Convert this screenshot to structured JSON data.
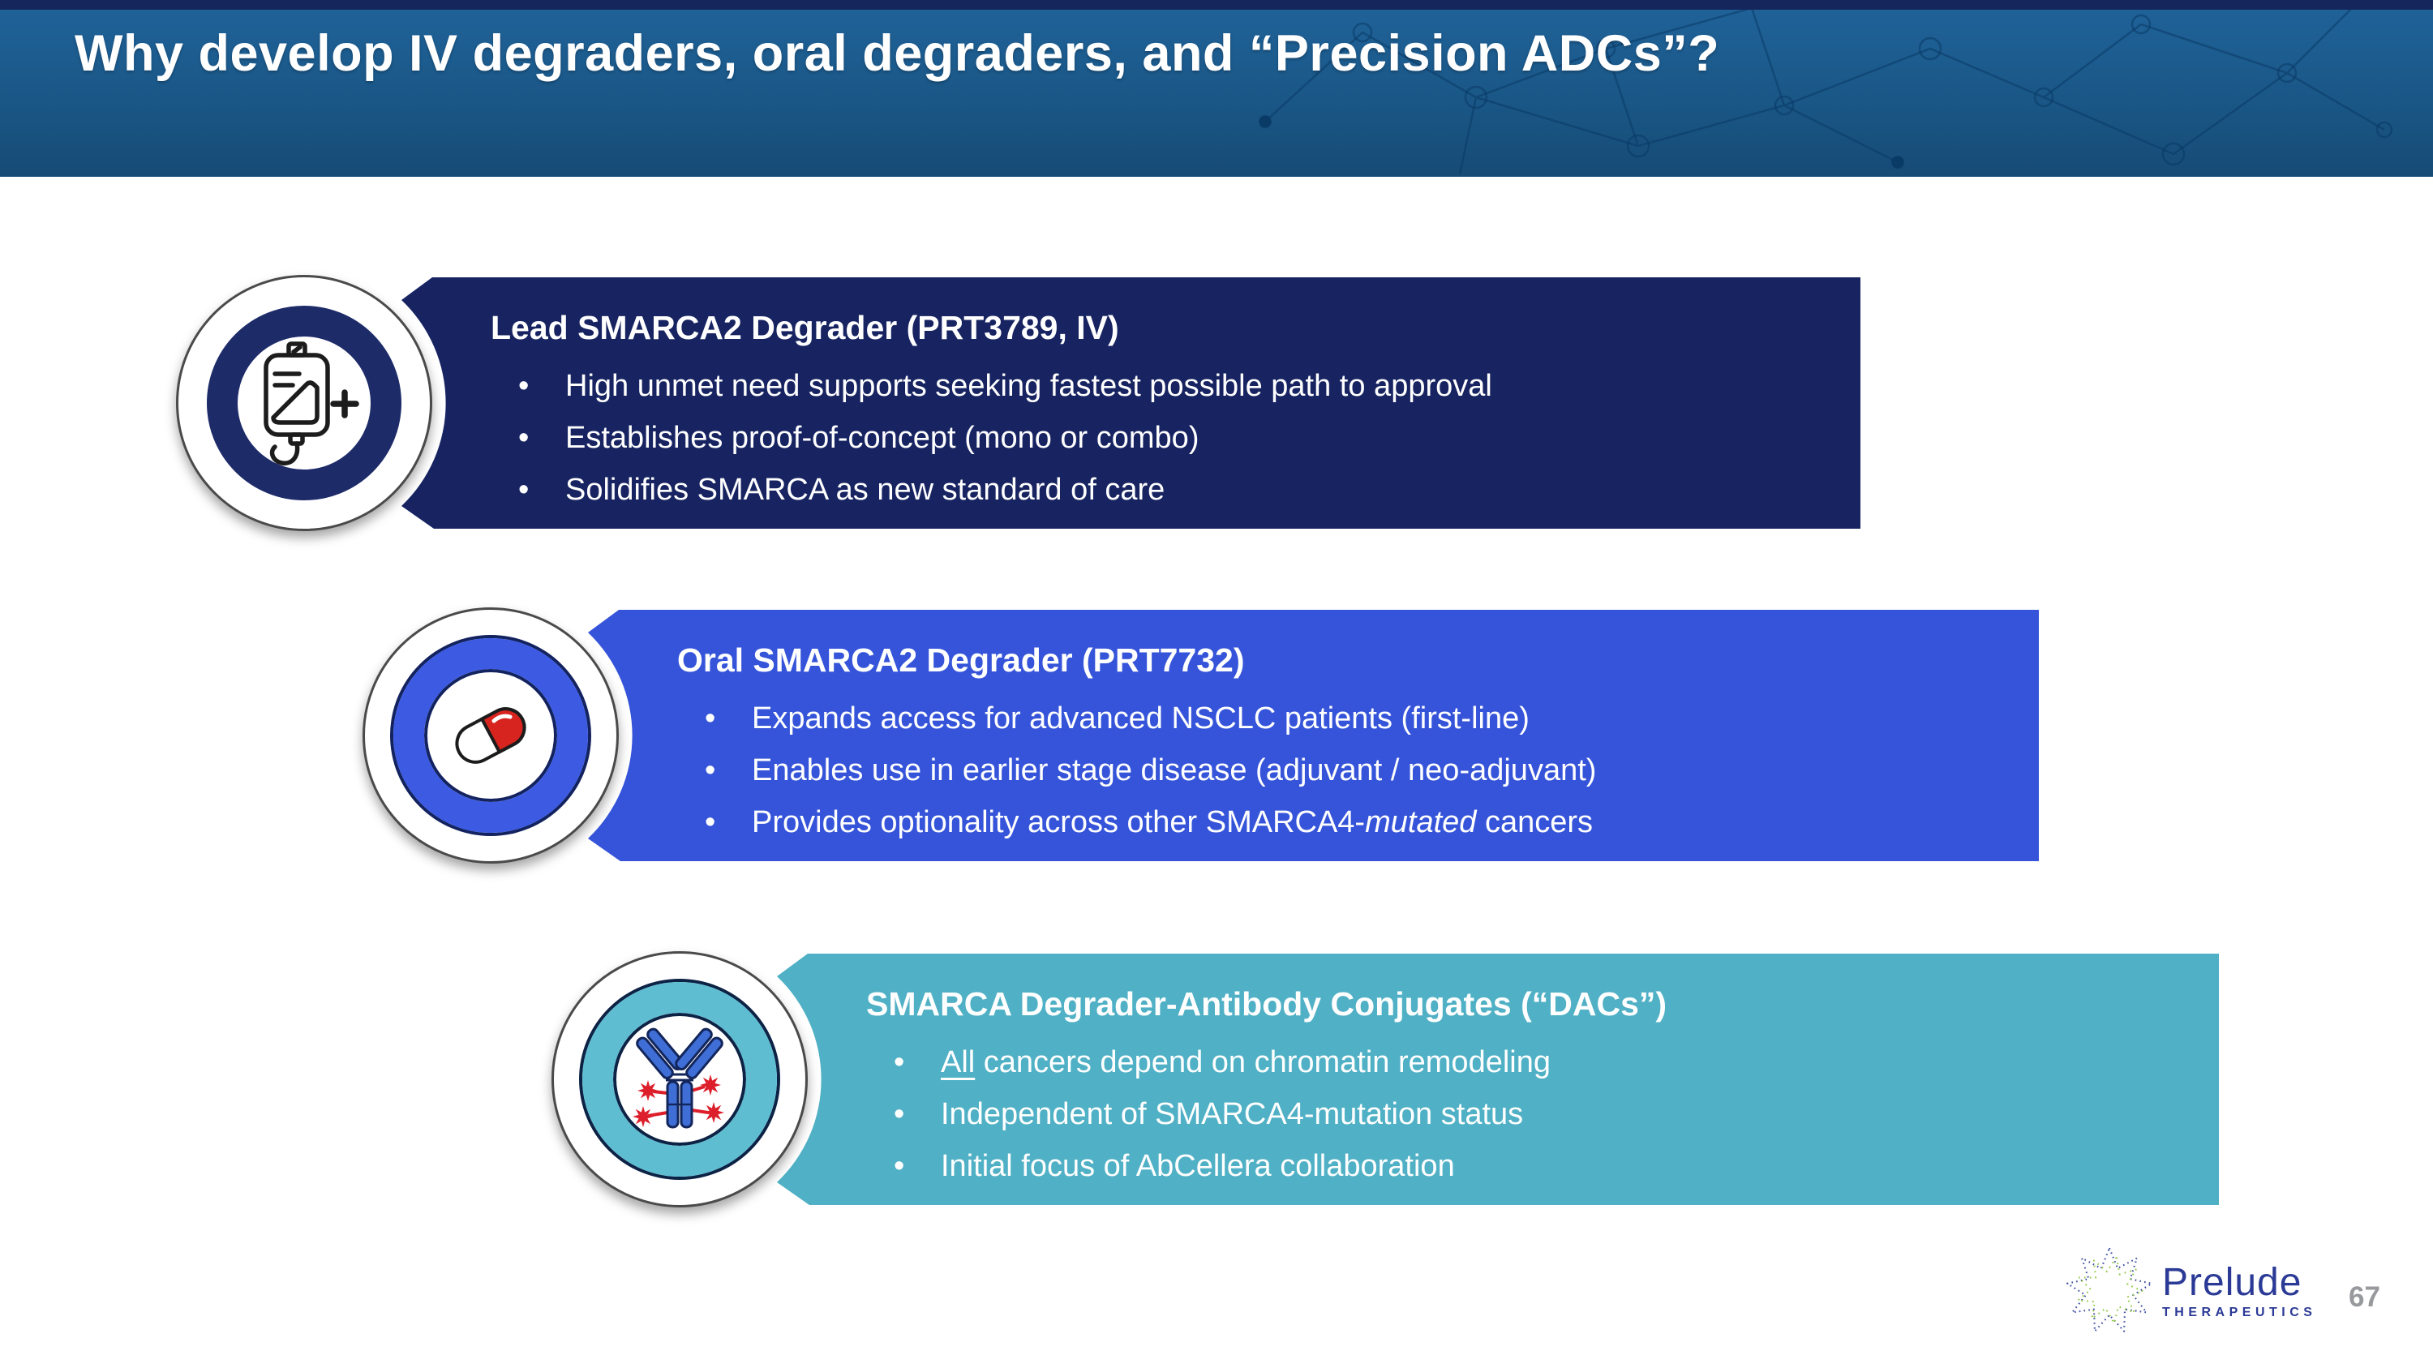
{
  "slide": {
    "title": "Why develop IV degraders, oral degraders, and “Precision ADCs”?",
    "page_number": "67"
  },
  "rows": [
    {
      "icon": "iv-bag-plus-icon",
      "accent_color": "#172461",
      "title": "Lead SMARCA2 Degrader (PRT3789, IV)",
      "bullets": [
        {
          "pre": "High unmet need supports seeking fastest possible path to approval"
        },
        {
          "pre": "Establishes proof-of-concept (mono or combo)"
        },
        {
          "pre": "Solidifies SMARCA as new standard of care"
        }
      ]
    },
    {
      "icon": "pill-capsule-icon",
      "accent_color": "#3554d9",
      "title": "Oral SMARCA2 Degrader (PRT7732)",
      "bullets": [
        {
          "pre": "Expands access for advanced NSCLC patients (first-line)"
        },
        {
          "pre": "Enables use in earlier stage disease (adjuvant / neo-adjuvant)"
        },
        {
          "pre": "Provides optionality across other SMARCA4-",
          "it": "mutated",
          "post": " cancers"
        }
      ]
    },
    {
      "icon": "antibody-conjugate-icon",
      "accent_color": "#50b0c5",
      "title": "SMARCA Degrader-Antibody Conjugates (“DACs”)",
      "bullets": [
        {
          "u": "All",
          "post": " cancers depend on chromatin remodeling"
        },
        {
          "pre": "Independent of SMARCA4-mutation status"
        },
        {
          "pre": "Initial focus of AbCellera collaboration"
        }
      ]
    }
  ],
  "footer": {
    "logo_name": "Prelude",
    "logo_sub": "THERAPEUTICS"
  },
  "colors": {
    "header_band": "#1a5787",
    "header_top_strip": "#15265c",
    "banner_navy": "#172461",
    "banner_blue": "#3554d9",
    "banner_teal": "#50b0c5",
    "pill_red": "#d8241f",
    "antibody_blue": "#3f6fd6",
    "star_red": "#dc1f2a",
    "logo_navy": "#2b3a96",
    "logo_green": "#8fc641",
    "page_number_gray": "#97999c"
  }
}
